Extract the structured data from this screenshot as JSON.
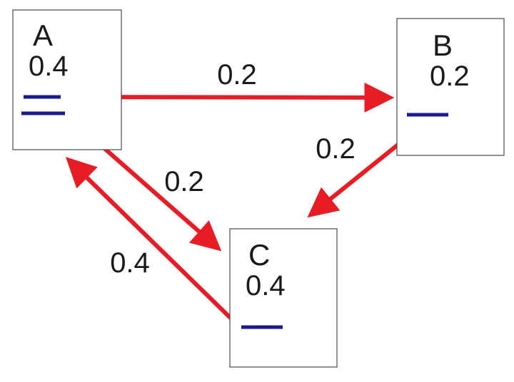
{
  "diagram": {
    "type": "directed-graph",
    "nodes": [
      {
        "label": "A",
        "value": "0.4"
      },
      {
        "label": "B",
        "value": "0.2"
      },
      {
        "label": "C",
        "value": "0.4"
      }
    ],
    "edges": [
      {
        "from": "A",
        "to": "B",
        "weight": "0.2"
      },
      {
        "from": "B",
        "to": "C",
        "weight": "0.2"
      },
      {
        "from": "A",
        "to": "C",
        "weight": "0.2"
      },
      {
        "from": "C",
        "to": "A",
        "weight": "0.4"
      }
    ],
    "colors": {
      "arrow_red": "#e81c24",
      "bar_blue": "#1a1a90",
      "text_black": "#1a1a1a",
      "box_border": "#4a4a4a",
      "background": "#ffffff"
    }
  }
}
